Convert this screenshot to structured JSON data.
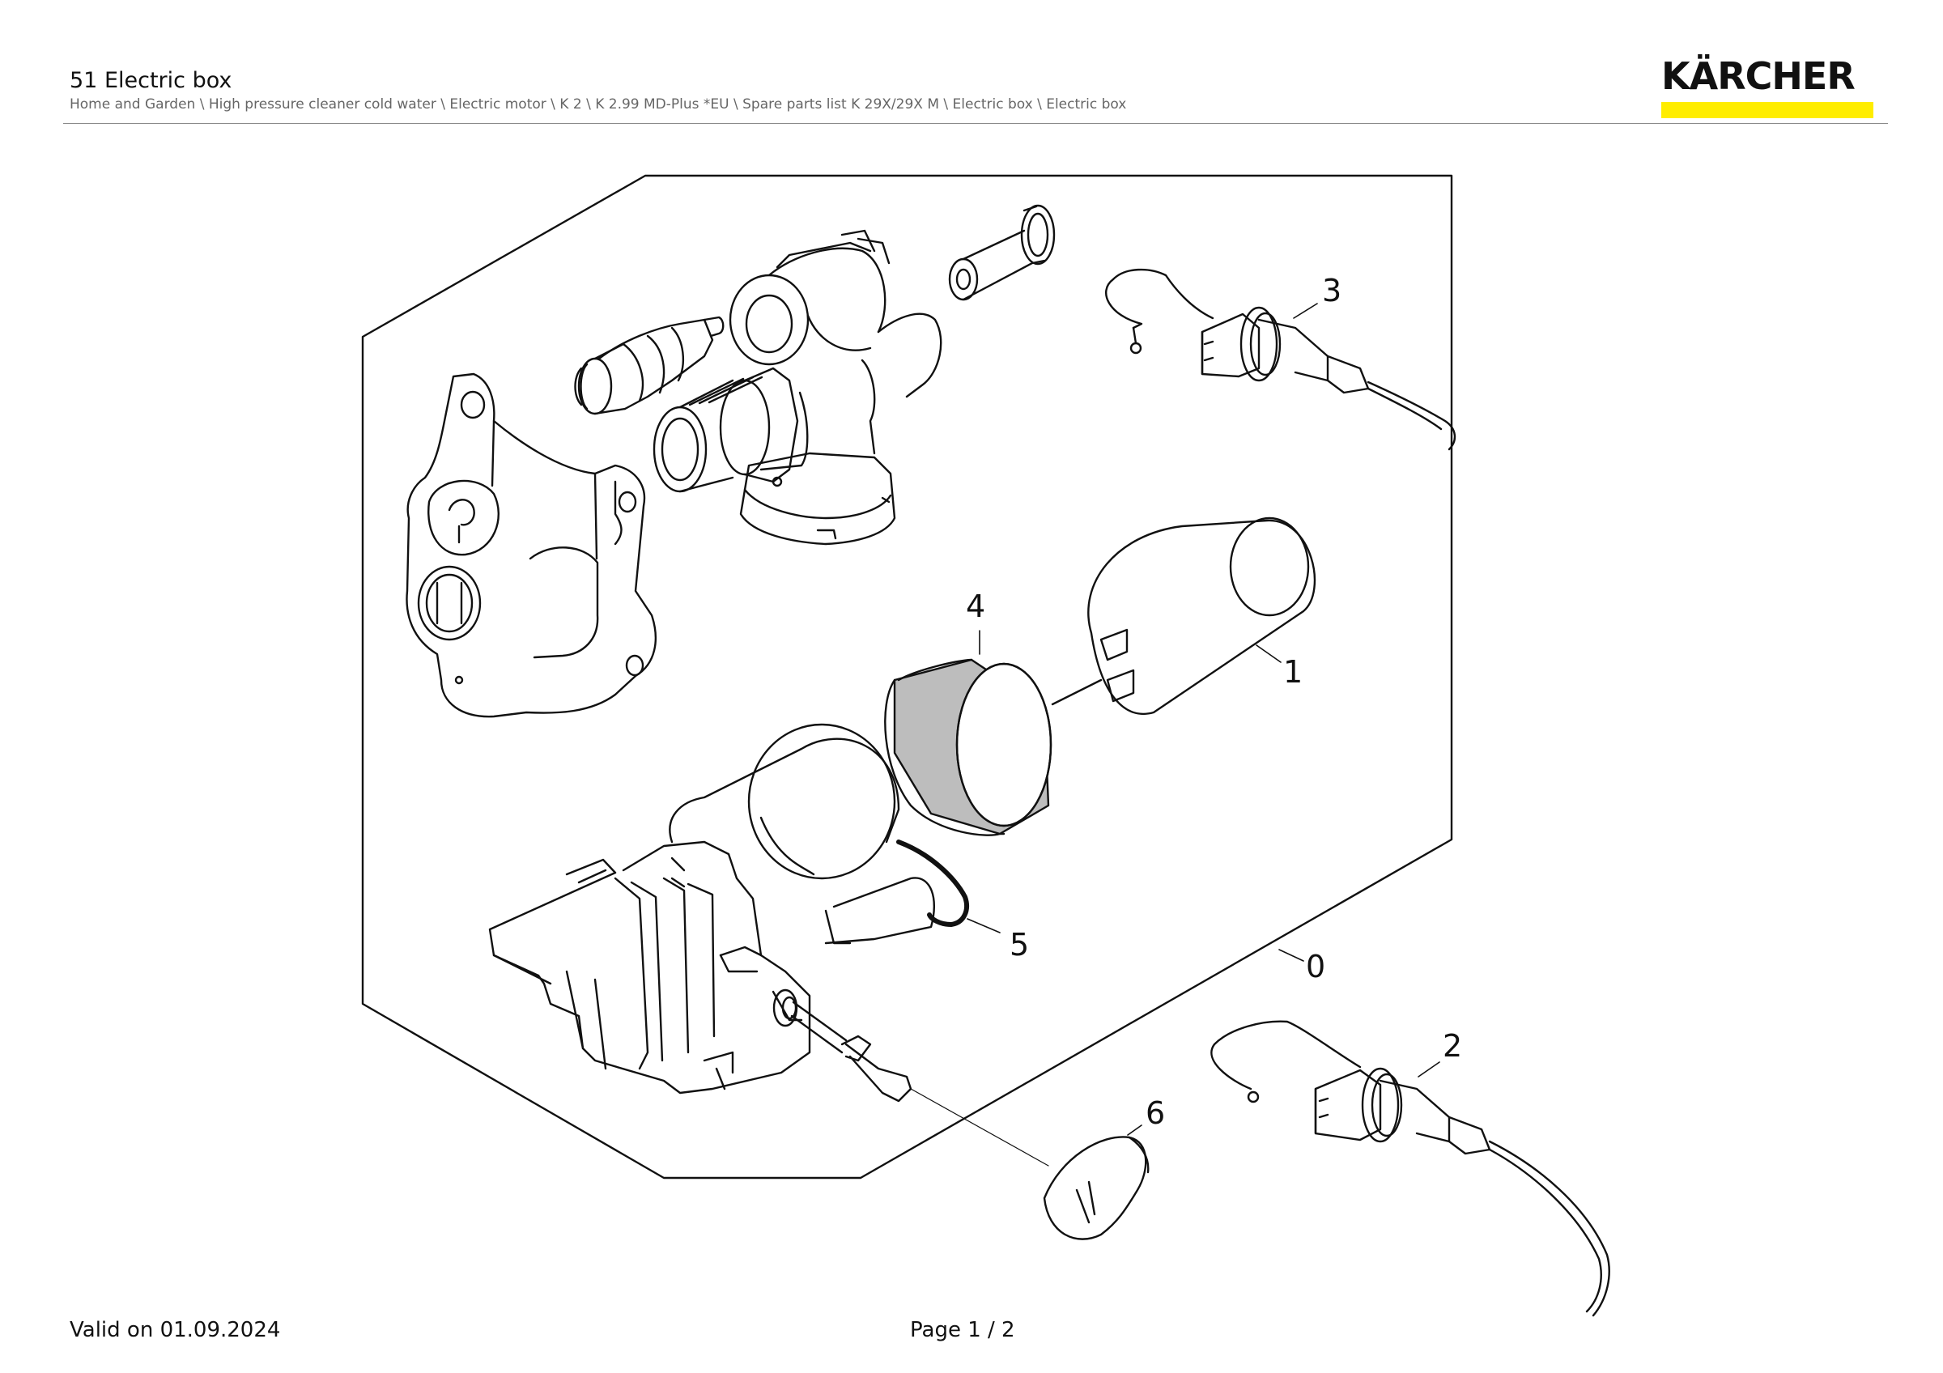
{
  "header": {
    "title": "51 Electric box",
    "breadcrumb": "Home and Garden \\ High pressure cleaner cold water \\ Electric motor \\ K 2 \\ K 2.99 MD-Plus *EU \\ Spare parts list K 29X/29X M \\ Electric box \\ Electric box"
  },
  "logo": {
    "text": "KÄRCHER",
    "bar_color": "#ffed00"
  },
  "callouts": {
    "c0": "0",
    "c1": "1",
    "c2": "2",
    "c3": "3",
    "c4": "4",
    "c5": "5",
    "c6": "6"
  },
  "footer": {
    "valid": "Valid on 01.09.2024",
    "page": "Page 1 / 2"
  }
}
